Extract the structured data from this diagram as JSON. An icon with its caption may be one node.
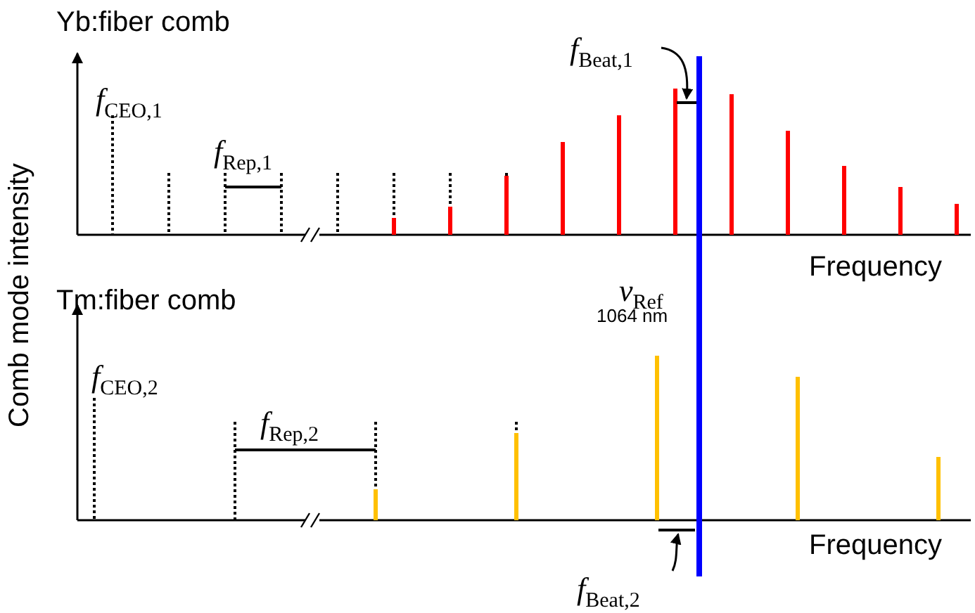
{
  "diagram": {
    "labels": [
      "Yb:fiber comb",
      "Comb mode intensity",
      "*f*$_{CEO,1}$",
      "*f*$_{Rep,1}$",
      "*f*$_{Beat,1}$",
      "Frequency",
      "*ν*$_{Ref}$",
      "1064 nm",
      "Tm:fiber comb",
      "*f*$_{CEO,2}$",
      "*f*$_{Rep,2}$",
      "Frequency",
      "*f*$_{Beat,2}$"
    ]
  }
}
